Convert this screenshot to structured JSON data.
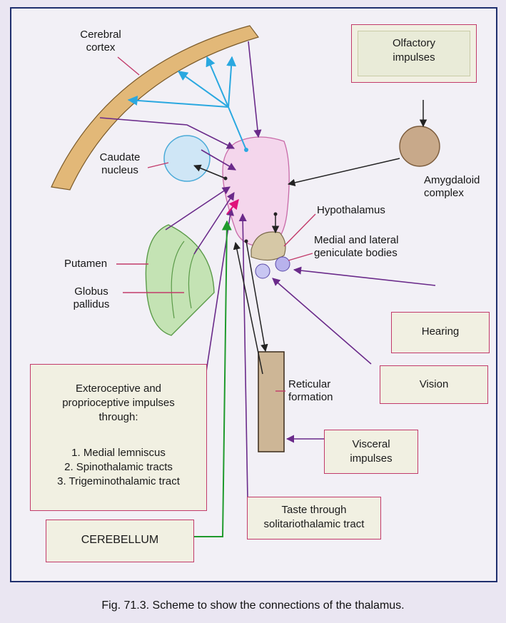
{
  "labels": {
    "cerebral_cortex": [
      "Cerebral",
      "cortex"
    ],
    "caudate_nucleus": [
      "Caudate",
      "nucleus"
    ],
    "putamen": "Putamen",
    "globus_pallidus": [
      "Globus",
      "pallidus"
    ],
    "hypothalamus": "Hypothalamus",
    "geniculate": [
      "Medial and lateral",
      "geniculate bodies"
    ],
    "amygdaloid": [
      "Amygdaloid",
      "complex"
    ],
    "reticular": [
      "Reticular",
      "formation"
    ]
  },
  "boxes": {
    "olfactory": [
      "Olfactory",
      "impulses"
    ],
    "hearing": "Hearing",
    "vision": "Vision",
    "visceral": [
      "Visceral",
      "impulses"
    ],
    "taste": [
      "Taste through",
      "solitariothalamic tract"
    ],
    "cerebellum": "CEREBELLUM",
    "extero_heading": [
      "Exteroceptive and",
      "proprioceptive impulses",
      "through:"
    ],
    "extero_items": [
      "1. Medial lemniscus",
      "2. Spinothalamic tracts",
      "3. Trigeminothalamic tract"
    ]
  },
  "caption": "Fig. 71.3. Scheme to show the connections of the thalamus.",
  "colors": {
    "cortex_fill": "#e2b878",
    "thalamus_fill": "#f4d6ec",
    "caudate_fill": "#cfe6f6",
    "lentiform_fill": "#c4e3b4",
    "amygdala_fill": "#c8a98a",
    "reticular_fill": "#cdb696",
    "purple_arrow": "#6a2a8a",
    "blue_arrow": "#2aa8e0",
    "green_arrow": "#1f9a2c",
    "label_line": "#c23a6a",
    "frame": "#1f2f6e"
  }
}
